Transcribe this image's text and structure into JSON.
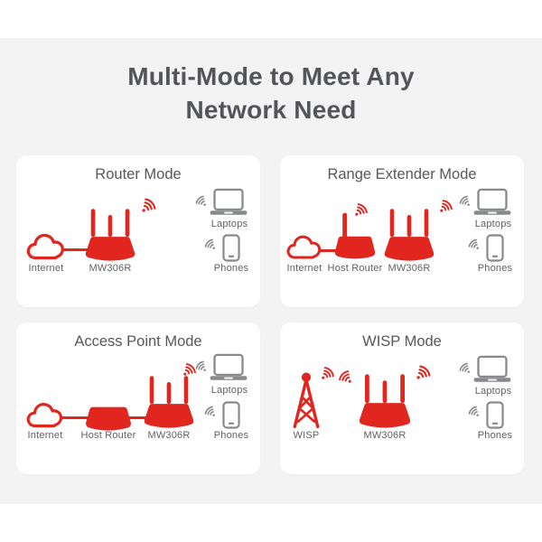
{
  "page": {
    "title_line1": "Multi-Mode to Meet Any",
    "title_line2": "Network Need"
  },
  "colors": {
    "brand_red": "#e1251f",
    "icon_gray": "#88898b",
    "title_gray": "#545558",
    "label_gray": "#5f6164",
    "band_bg": "#f3f3f4",
    "card_bg": "#ffffff"
  },
  "cards": [
    {
      "title": "Router Mode",
      "labels": {
        "source": "Internet",
        "device": "MW306R",
        "laptops": "Laptops",
        "phones": "Phones"
      }
    },
    {
      "title": "Range Extender Mode",
      "labels": {
        "source": "Internet",
        "host": "Host Router",
        "device": "MW306R",
        "laptops": "Laptops",
        "phones": "Phones"
      }
    },
    {
      "title": "Access Point Mode",
      "labels": {
        "source": "Internet",
        "host": "Host Router",
        "device": "MW306R",
        "laptops": "Laptops",
        "phones": "Phones"
      }
    },
    {
      "title": "WISP Mode",
      "labels": {
        "source": "WISP",
        "device": "MW306R",
        "laptops": "Laptops",
        "phones": "Phones"
      }
    }
  ]
}
